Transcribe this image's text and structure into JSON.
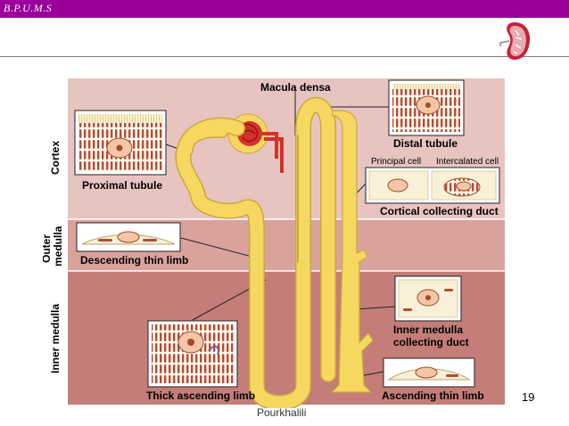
{
  "header": {
    "brand": "B.P.U.M.S"
  },
  "regions": {
    "cortex": "Cortex",
    "outer_medulla_1": "Outer",
    "outer_medulla_2": "medulla",
    "inner_medulla": "Inner medulla"
  },
  "labels": {
    "macula_densa": "Macula densa",
    "distal_tubule": "Distal tubule",
    "principal_cell": "Principal cell",
    "intercalated_cell": "Intercalated cell",
    "proximal_tubule": "Proximal tubule",
    "cortical_collecting_duct": "Cortical collecting duct",
    "descending_thin_limb": "Descending thin limb",
    "inner_medulla_cd_1": "Inner medulla",
    "inner_medulla_cd_2": "collecting duct",
    "thick_ascending_limb": "Thick ascending limb",
    "ascending_thin_limb": "Ascending thin limb"
  },
  "footer": {
    "page_number": "19",
    "author": "Pourkhalili"
  },
  "colors": {
    "banner": "#990099",
    "cortex_bg": "#e8c4c0",
    "outer_medulla_bg": "#d9a29d",
    "inner_medulla_bg": "#c47d78",
    "tubule": "#f6d860",
    "glomerulus": "#d6302a"
  }
}
